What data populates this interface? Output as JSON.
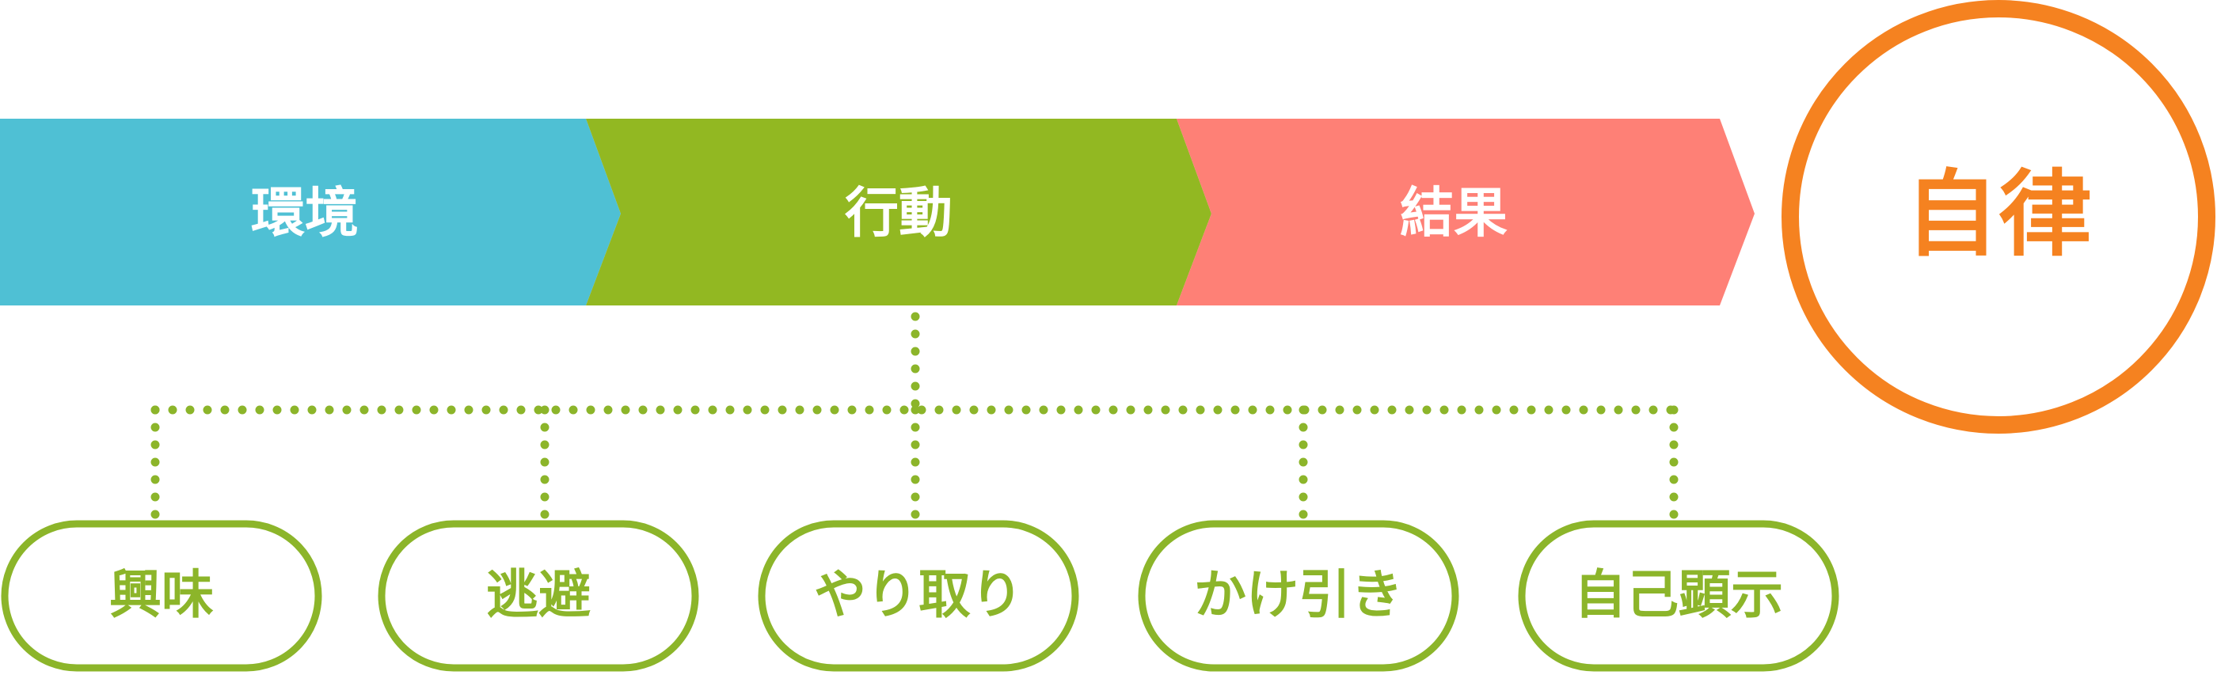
{
  "stages": [
    {
      "label": "環境",
      "color": "#4fc0d4"
    },
    {
      "label": "行動",
      "color": "#92b822"
    },
    {
      "label": "結果",
      "color": "#fe8076"
    }
  ],
  "goal": {
    "label": "自律",
    "color": "#f58220"
  },
  "behaviors": [
    {
      "label": "興味"
    },
    {
      "label": "逃避"
    },
    {
      "label": "やり取り"
    },
    {
      "label": "かけ引き"
    },
    {
      "label": "自己顕示"
    }
  ],
  "colors": {
    "behavior_outline": "#8cb52a",
    "connector": "#8cb52a"
  }
}
